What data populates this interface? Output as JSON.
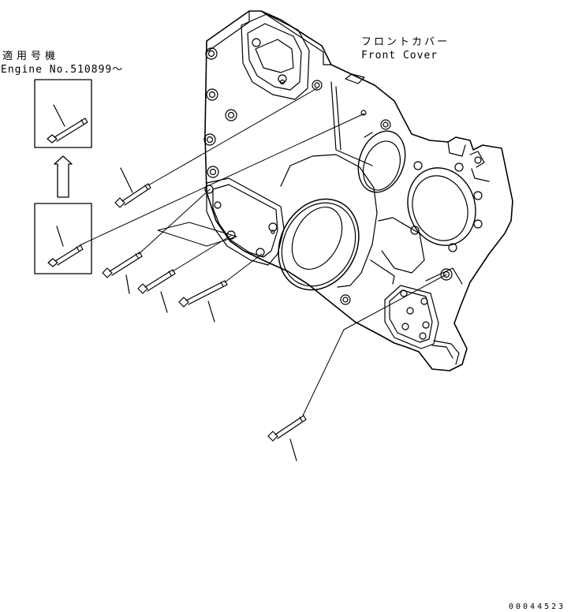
{
  "applicability": {
    "title": "適用号機",
    "engine": "Engine No.510899〜"
  },
  "part_name": {
    "japanese": "フロントカバー",
    "english": "Front Cover"
  },
  "drawing_number": "00044523",
  "colors": {
    "line": "#000000",
    "background": "#ffffff"
  }
}
